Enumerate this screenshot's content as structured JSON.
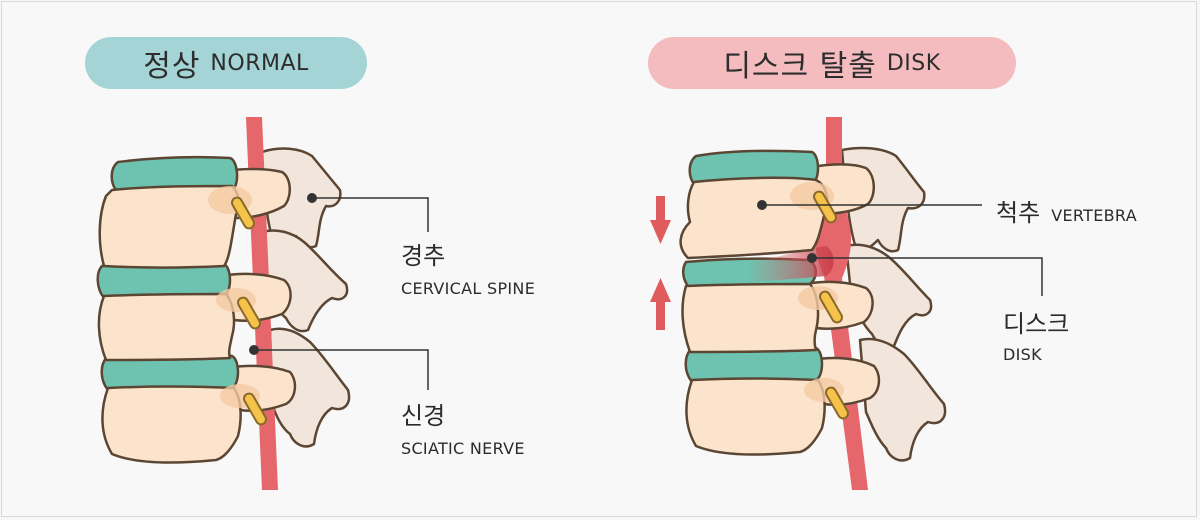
{
  "colors": {
    "normal_pill": "#a5d4d6",
    "disk_pill": "#f4bcbf",
    "disc": "#6ec2b0",
    "bone": "#fce3cc",
    "process": "#f2e6dc",
    "nerve": "#e5676b",
    "arrow": "#e05c5c",
    "outline": "#5a4632"
  },
  "normal": {
    "title_ko": "정상",
    "title_en": "NORMAL",
    "label_cervical_ko": "경추",
    "label_cervical_en": "CERVICAL SPINE",
    "label_nerve_ko": "신경",
    "label_nerve_en": "SCIATIC NERVE"
  },
  "disk": {
    "title_ko": "디스크 탈출",
    "title_en": "DISK",
    "label_vertebra_ko": "척추",
    "label_vertebra_en": "VERTEBRA",
    "label_disk_ko": "디스크",
    "label_disk_en": "DISK",
    "arrow_down_icon": "arrow-down-icon",
    "arrow_up_icon": "arrow-up-icon"
  }
}
